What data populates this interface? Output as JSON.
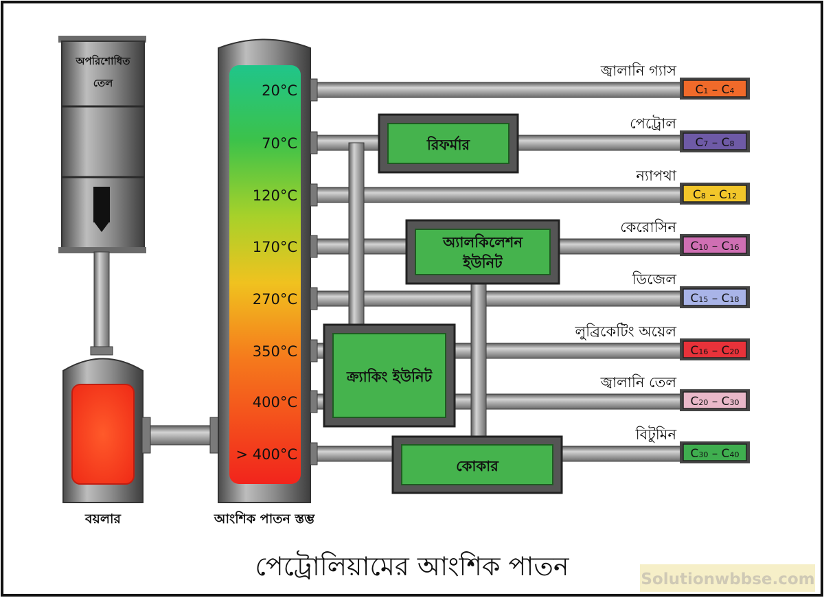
{
  "diagram": {
    "title": "পেট্রোলিয়ামের আংশিক পাতন",
    "watermark": "Solutionwbbse.com",
    "crude_tank_label": [
      "অপরিশোধিত",
      "তেল"
    ],
    "boiler_label": "বয়লার",
    "column_label": "আংশিক পাতন স্তম্ভ",
    "temperatures": [
      "20°C",
      "70°C",
      "120°C",
      "170°C",
      "270°C",
      "350°C",
      "400°C",
      "> 400°C"
    ],
    "units": {
      "reformer": "রিফর্মার",
      "alkylation": [
        "অ্যালকিলেশন",
        "ইউনিট"
      ],
      "cracking": "ক্র্যাকিং ইউনিট",
      "coker": "কোকার"
    },
    "products": [
      {
        "name": "জ্বালানি গ্যাস",
        "c1": "1",
        "c2": "4",
        "color": "#f06a2a"
      },
      {
        "name": "পেট্রোল",
        "c1": "7",
        "c2": "8",
        "color": "#6e5aa6"
      },
      {
        "name": "ন্যাপথা",
        "c1": "8",
        "c2": "12",
        "color": "#f2c62a"
      },
      {
        "name": "কেরোসিন",
        "c1": "10",
        "c2": "16",
        "color": "#cf6fb3"
      },
      {
        "name": "ডিজেল",
        "c1": "15",
        "c2": "18",
        "color": "#a9b4e8"
      },
      {
        "name": "লুব্রিকেটিং অয়েল",
        "c1": "16",
        "c2": "20",
        "color": "#e8323a"
      },
      {
        "name": "জ্বালানি তেল",
        "c1": "20",
        "c2": "30",
        "color": "#e9b8c9"
      },
      {
        "name": "বিটুমিন",
        "c1": "30",
        "c2": "40",
        "color": "#3fae4f"
      }
    ],
    "colors": {
      "unit_fill": "#45b34d",
      "boiler_fill": "#ff3b22",
      "metal": "#8a8a8a"
    }
  }
}
